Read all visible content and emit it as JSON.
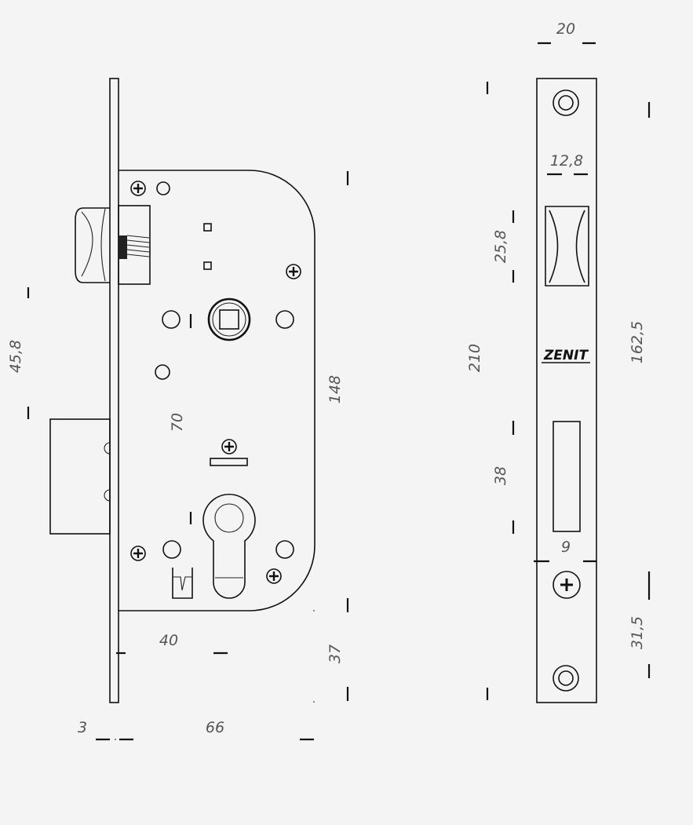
{
  "diagram": {
    "brand": "ZENIT",
    "dimensions": {
      "faceplate_width": "20",
      "bolt_width": "12,8",
      "bolt_height": "25,8",
      "faceplate_length": "210",
      "fixing_distance": "162,5",
      "latch_height": "38",
      "latch_width": "9",
      "screw_distance": "31,5",
      "backset_to_follower": "45,8",
      "center_distance": "70",
      "case_height": "148",
      "cylinder_offset": "40",
      "bottom_offset": "37",
      "plate_thickness": "3",
      "backset": "66"
    }
  }
}
